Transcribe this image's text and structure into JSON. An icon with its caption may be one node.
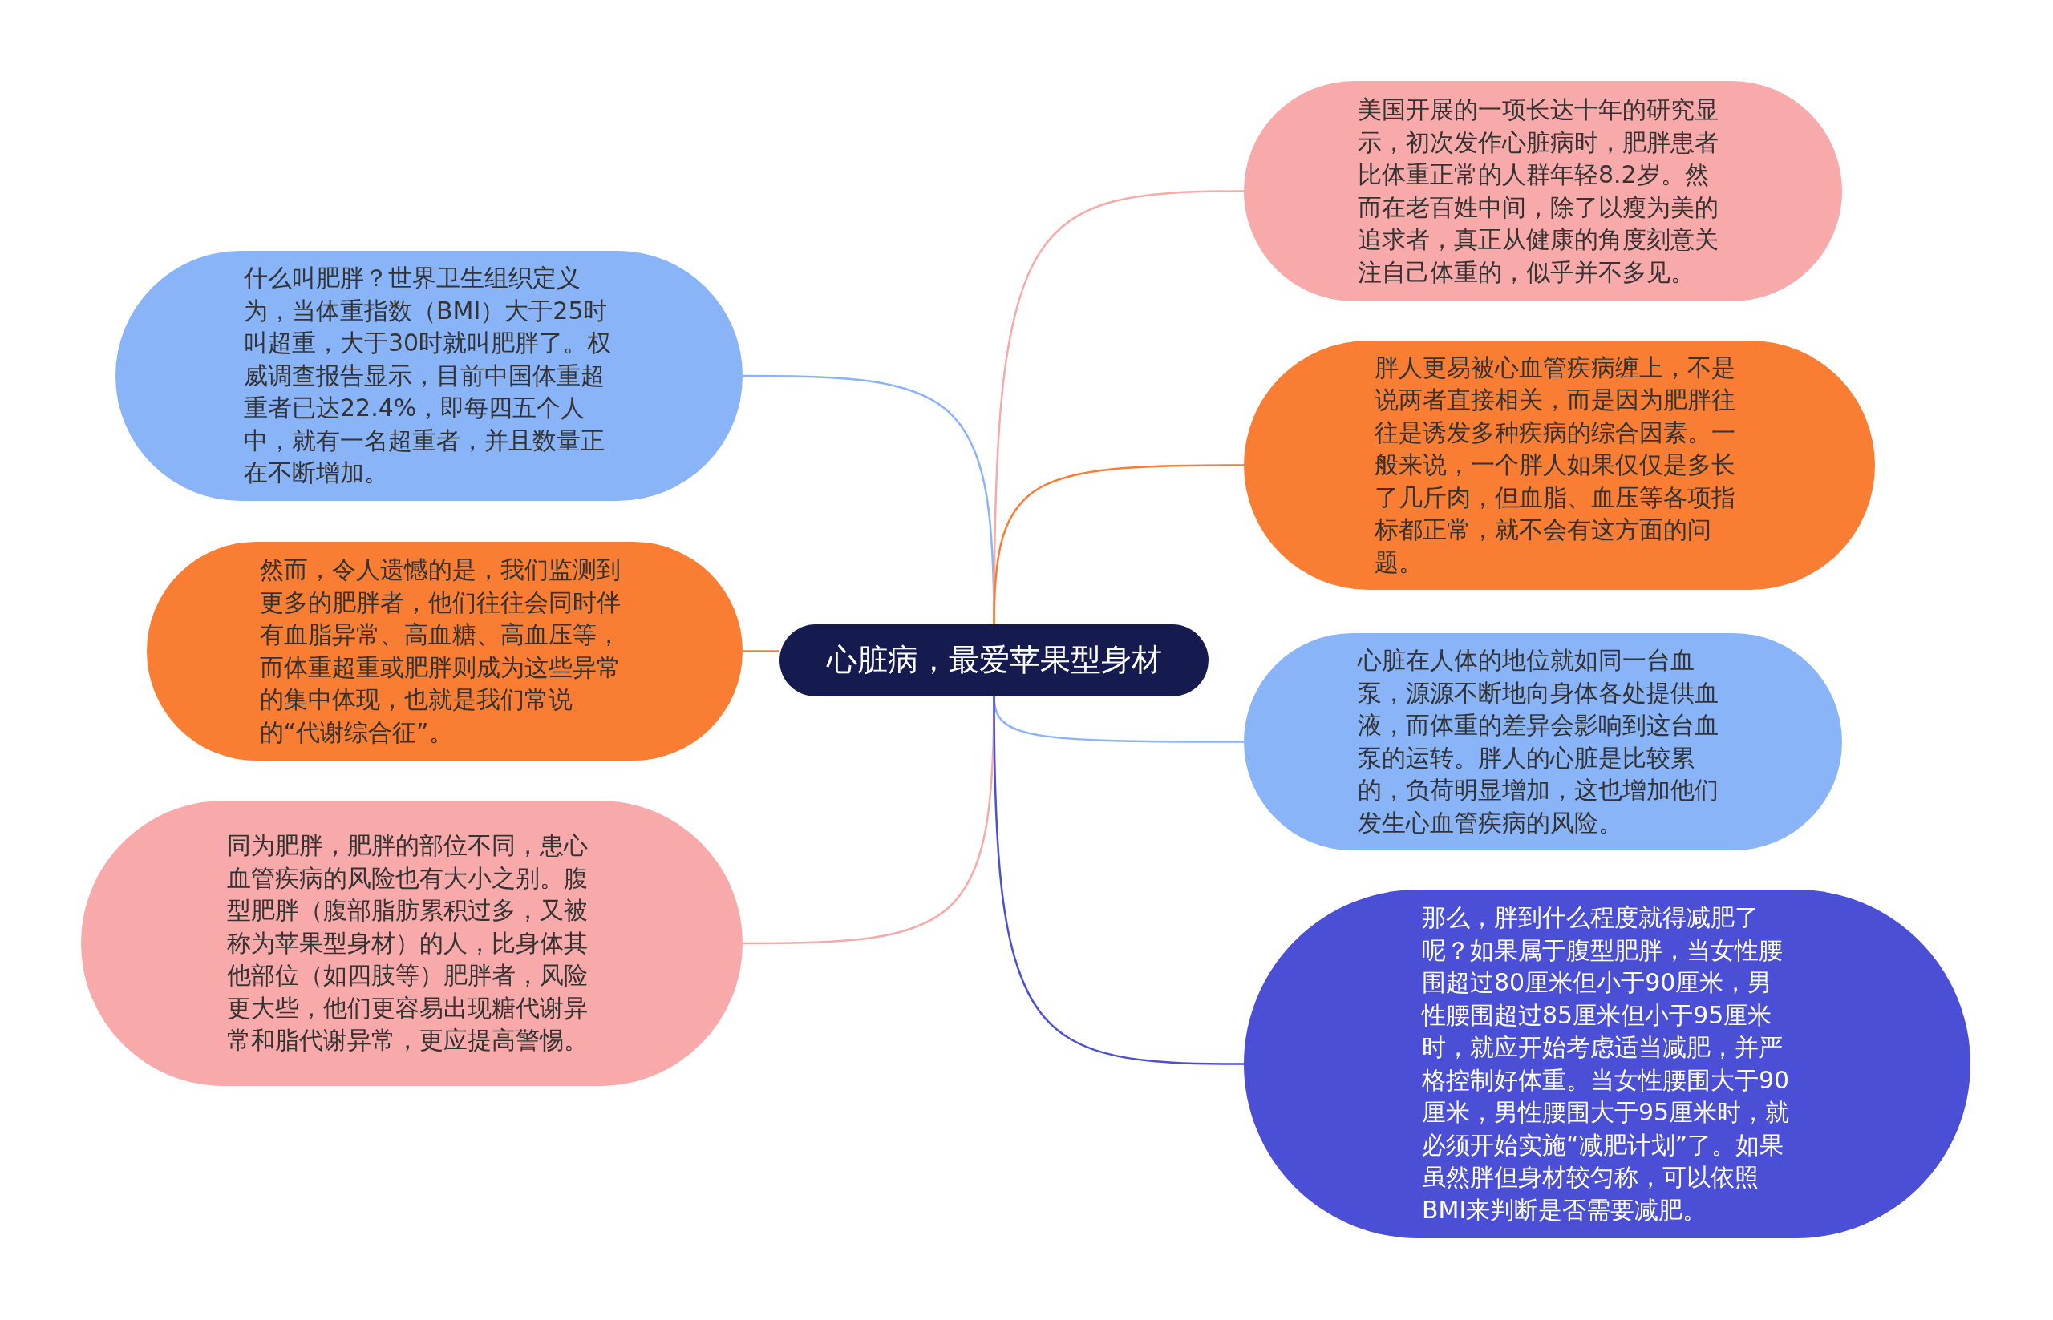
{
  "diagram": {
    "nodes": [
      {
        "text": [
          "心脏病，最爱苹果型身材"
        ]
      },
      {
        "text": [
          "什么叫肥胖？世界卫生组织定义为，当体重指数（BMI）大于25时叫超重，大于30时就叫肥胖了。权威调查报告显示，目前中国体重超重者已达22.4%，即每四五个人中，就有一名超重者，并且数量正在不断增加。"
        ]
      },
      {
        "text": [
          "然而，令人遗憾的是，我们监测到更多的肥胖者，他们往往会同时伴有血脂异常、高血糖、高血压等，而体重超重或肥胖则成为这些异常的集中体现，也就是我们常说的“代谢综合征”。"
        ]
      },
      {
        "text": [
          "同为肥胖，肥胖的部位不同，患心血管疾病的风险也有大小之别。腹型肥胖（腹部脂肪累积过多，又被称为苹果型身材）的人，比身体其他部位（如四肢等）肥胖者，风险更大些，他们更容易出现糖代谢异常和脂代谢异常，更应提高警惕。"
        ]
      },
      {
        "text": [
          "美国开展的一项长达十年的研究显示，初次发作心脏病时，肥胖患者比体重正常的人群年轻8.2岁。然而在老百姓中间，除了以瘦为美的追求者，真正从健康的角度刻意关注自己体重的，似乎并不多见。"
        ]
      },
      {
        "text": [
          "胖人更易被心血管疾病缠上，不是说两者直接相关，而是因为肥胖往往是诱发多种疾病的综合因素。一般来说，一个胖人如果仅仅是多长了几斤肉，但血脂、血压等各项指标都正常，就不会有这方面的问题。"
        ]
      },
      {
        "text": [
          "心脏在人体的地位就如同一台血泵，源源不断地向身体各处提供血液，而体重的差异会影响到这台血泵的运转。胖人的心脏是比较累的，负荷明显增加，这也增加他们发生心血管疾病的风险。"
        ]
      },
      {
        "text": [
          "那么，胖到什么程度就得减肥了呢？如果属于腹型肥胖，当女性腰围超过80厘米但小于90厘米，男性腰围超过85厘米但小于95厘米时，就应开始考虑适当减肥，并严格控制好体重。当女性腰围大于90厘米，男性腰围大于95厘米时，就必须开始实施“减肥计划”了。如果虽然胖但身材较匀称，可以依照BMI来判断是否需要减肥。"
        ]
      }
    ],
    "edges": [
      {
        "from": 0,
        "to": 1,
        "arrow": "none",
        "color": "#8ab4f8"
      },
      {
        "from": 0,
        "to": 2,
        "arrow": "none",
        "color": "#f97d33"
      },
      {
        "from": 0,
        "to": 3,
        "arrow": "none",
        "color": "#f8a9a9"
      },
      {
        "from": 0,
        "to": 4,
        "arrow": "none",
        "color": "#f8a9a9"
      },
      {
        "from": 0,
        "to": 5,
        "arrow": "none",
        "color": "#f97d33"
      },
      {
        "from": 0,
        "to": 6,
        "arrow": "none",
        "color": "#8ab4f8"
      },
      {
        "from": 0,
        "to": 7,
        "arrow": "none",
        "color": "#4a4fd6"
      }
    ]
  }
}
